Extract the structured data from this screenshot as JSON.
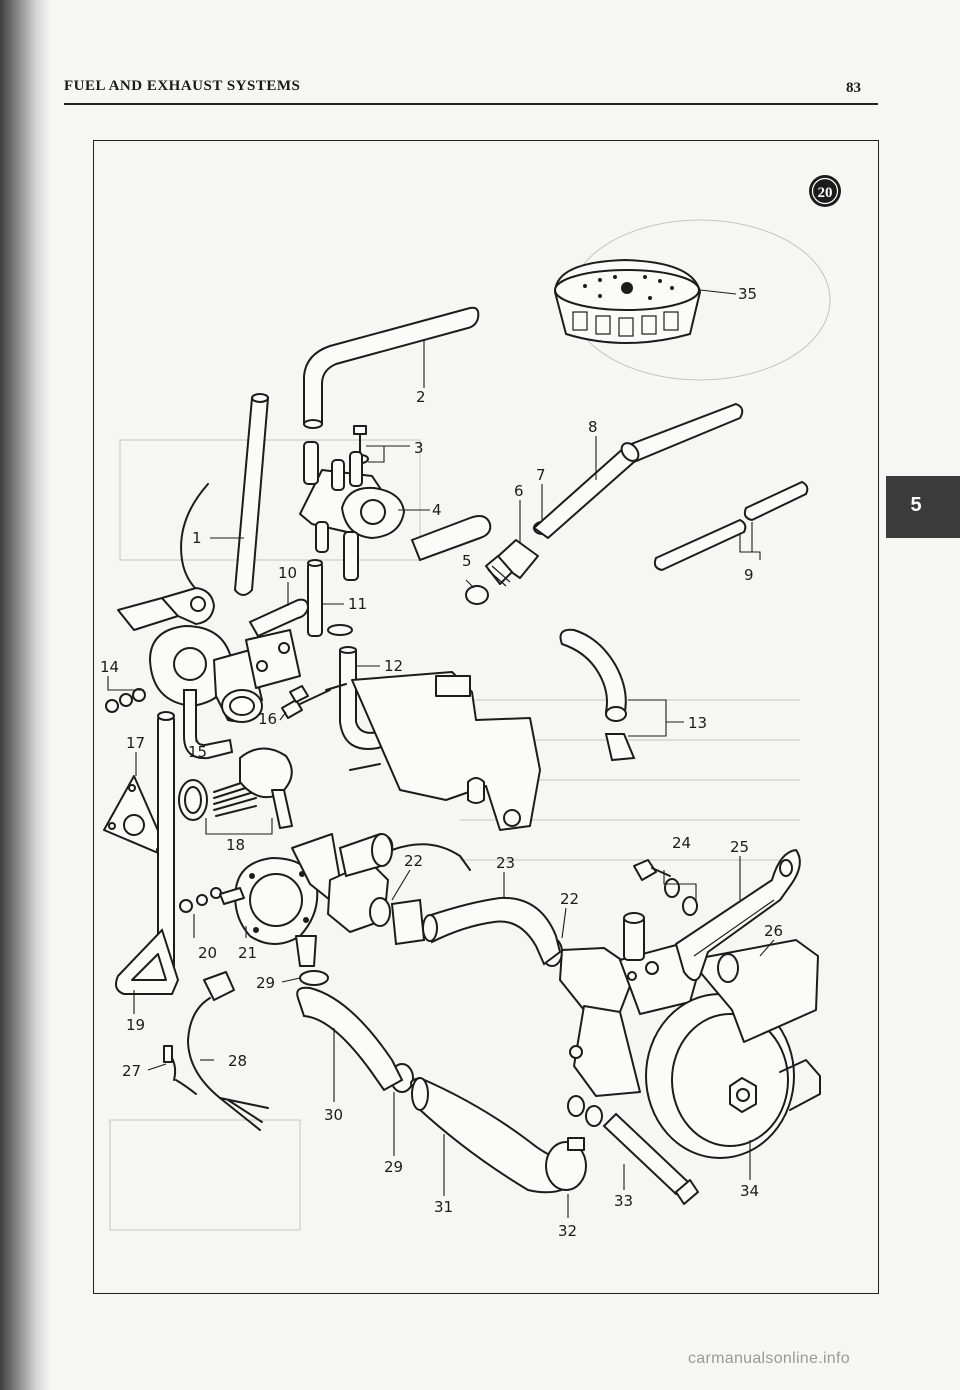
{
  "header": {
    "title": "FUEL AND EXHAUST SYSTEMS",
    "page_number": "83"
  },
  "figure": {
    "number": "20"
  },
  "side_tab": {
    "label": "5"
  },
  "callouts": [
    "1",
    "2",
    "3",
    "4",
    "5",
    "6",
    "7",
    "8",
    "9",
    "10",
    "11",
    "12",
    "13",
    "14",
    "15",
    "16",
    "17",
    "18",
    "19",
    "20",
    "21",
    "22",
    "22",
    "23",
    "24",
    "25",
    "26",
    "27",
    "28",
    "29",
    "29",
    "30",
    "31",
    "32",
    "33",
    "34",
    "35"
  ],
  "watermark": "carmanualsonline.info"
}
